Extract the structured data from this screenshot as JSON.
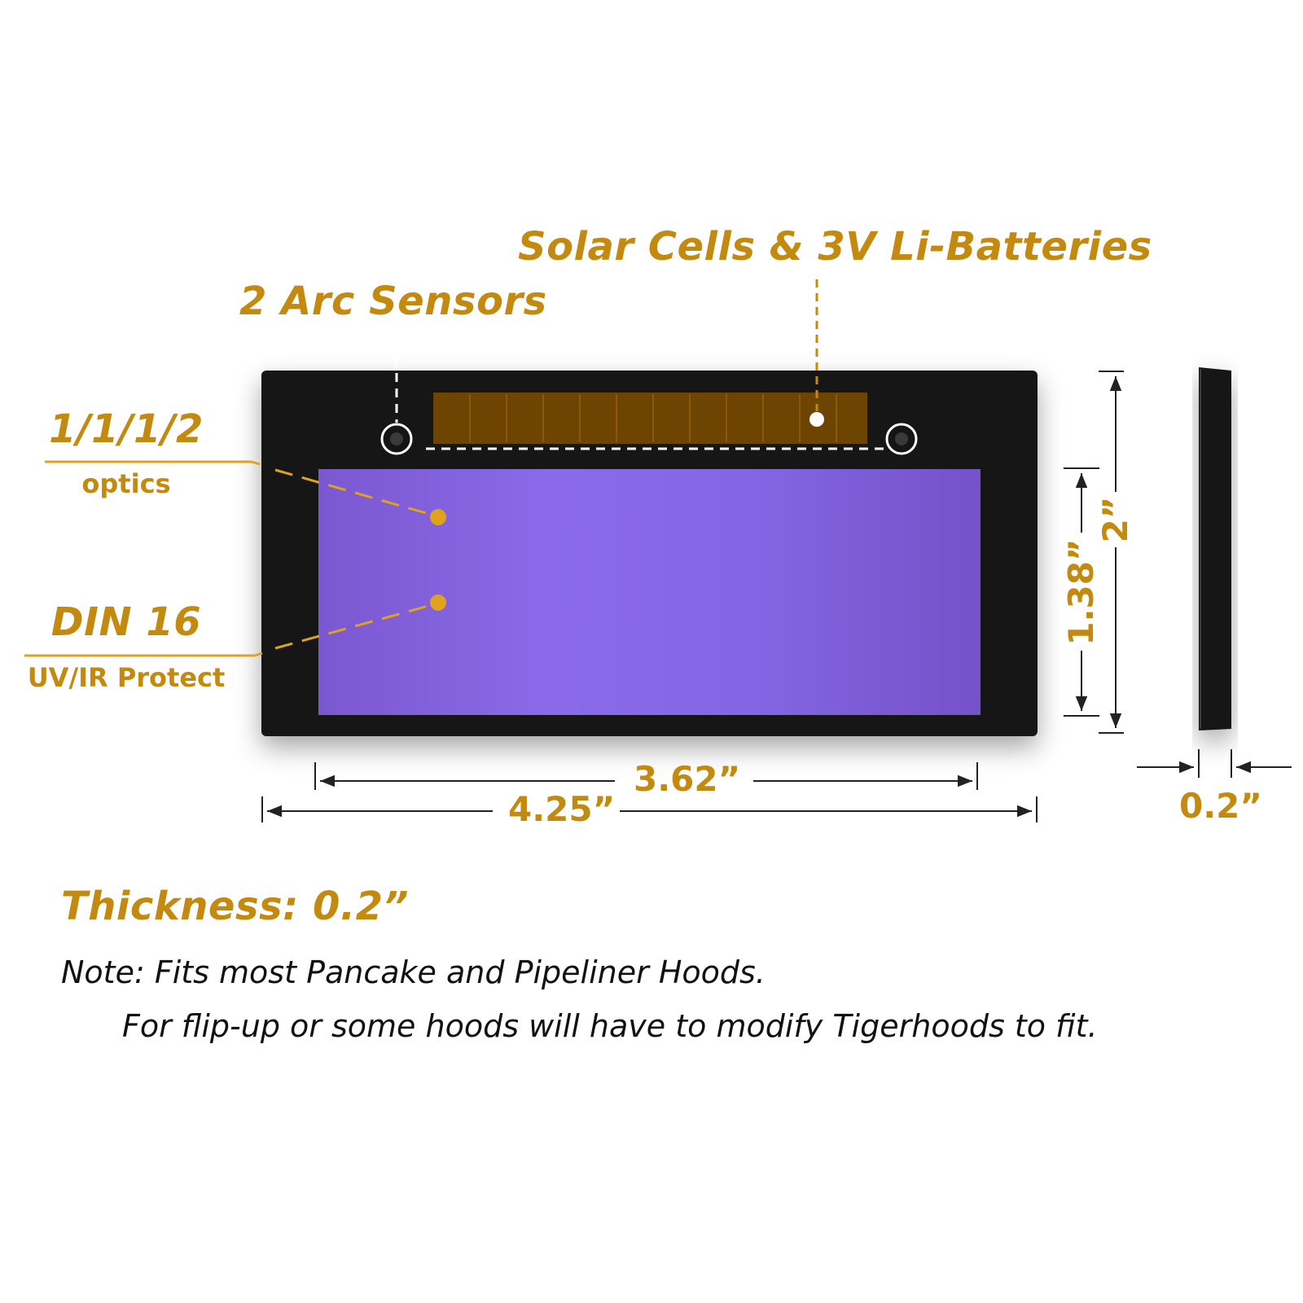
{
  "colors": {
    "accent": "#c48a0f",
    "frame": "#151515",
    "lens": "#8466e6",
    "solar": "#6e4403",
    "text": "#111111"
  },
  "labels": {
    "solar": "Solar Cells & 3V Li-Batteries",
    "sensors": "2 Arc Sensors",
    "optics_class": "1/1/1/2",
    "optics_word": "optics",
    "din": "DIN 16",
    "uv_ir": "UV/IR Protect"
  },
  "dimensions": {
    "viewing_width": "3.62”",
    "overall_width": "4.25”",
    "viewing_height": "1.38”",
    "overall_height": "2”",
    "thickness": "0.2”"
  },
  "footer": {
    "thickness": "Thickness: 0.2”",
    "note_line1": "Note: Fits most Pancake and Pipeliner Hoods.",
    "note_line2": "For flip-up or some hoods will have to modify Tigerhoods to fit."
  }
}
